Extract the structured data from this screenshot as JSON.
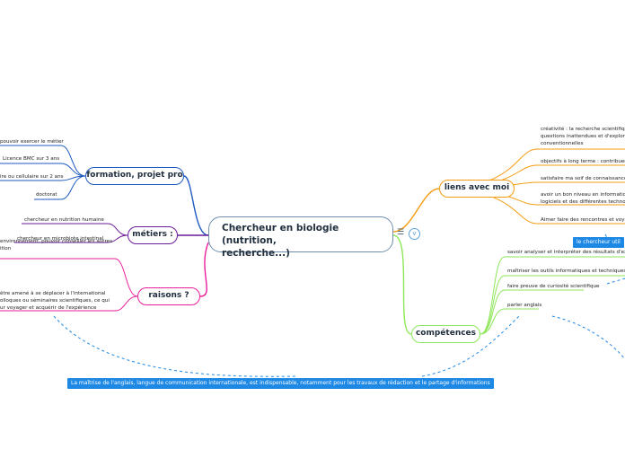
{
  "central": {
    "title_line1": "Chercheur en biologie (nutrition,",
    "title_line2": "recherche...)"
  },
  "icons": {
    "menu": "menu-icon",
    "expand": "chevron-down-circle-icon"
  },
  "branches": {
    "formation": {
      "label": "formation, projet pro",
      "items": [
        "pouvoir exercer le métier",
        "Licence BMC sur 3 ans",
        "ire ou cellulaire sur 2 ans",
        "doctorat"
      ]
    },
    "metiers": {
      "label": "métiers :",
      "items": [
        "chercheur en nutrition humaine",
        "chercheur en microbiote intestinal"
      ]
    },
    "raisons": {
      "label": "raisons ?",
      "item1": [
        "environnement, pouvoir conseiller les autres",
        "ition"
      ],
      "item2": [
        "être amené à se déplacer à l'international",
        "olloques ou séminaires scientifiques, ce qui",
        "ur voyager et acquérir de l'expérience"
      ]
    },
    "liens": {
      "label": "liens avec moi",
      "item1": [
        "créativité : la recherche scientifique",
        "questions inattendues et d'explorer",
        "conventionnelles"
      ],
      "item2": [
        "objectifs à long terme : contribuer"
      ],
      "item3": [
        "satisfaire ma soif de connaissance"
      ],
      "item4": [
        "avoir un bon niveau en informatiqu",
        "logiciels et des différentes techno"
      ],
      "item5": [
        "Aimer faire des rencontres et voya"
      ],
      "note": "le chercheur util"
    },
    "competences": {
      "label": "compétences",
      "items": [
        "savoir analyser et interpréter des résultats d'ex",
        "maîtriser les outils informatiques et techniques",
        "faire preuve de curiosité scientifique",
        "parler anglais"
      ]
    }
  },
  "note_bottom": "La maîtrise de l'anglais, langue de communication internationale, est indispensable, notamment pour les travaux de rédaction et le partage d'informations"
}
